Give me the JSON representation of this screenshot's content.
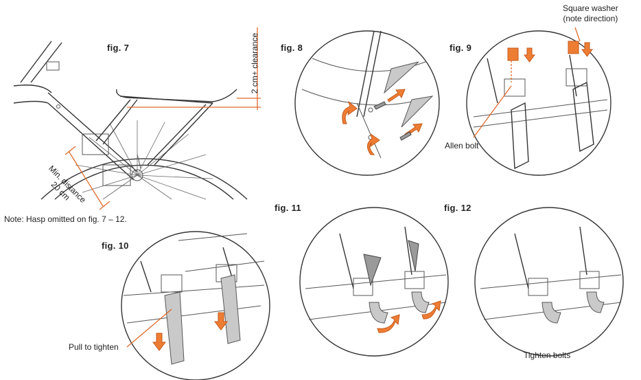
{
  "figures": {
    "fig7": "fig. 7",
    "fig8": "fig. 8",
    "fig9": "fig. 9",
    "fig10": "fig. 10",
    "fig11": "fig. 11",
    "fig12": "fig. 12"
  },
  "annotations": {
    "clearance": "2 cm+ clearance",
    "min_distance_line1": "Min. distance",
    "min_distance_line2": "20 cm",
    "note": "Note: Hasp omitted on fig. 7 – 12.",
    "square_washer_line1": "Square washer",
    "square_washer_line2": "(note direction)",
    "allen_bolt": "Allen bolt",
    "pull_to_tighten": "Pull to tighten",
    "tighten_bolts": "Tighten bolts"
  },
  "colors": {
    "accent": "#ee7d34",
    "line": "#333333",
    "strap": "#c9c9c9"
  }
}
